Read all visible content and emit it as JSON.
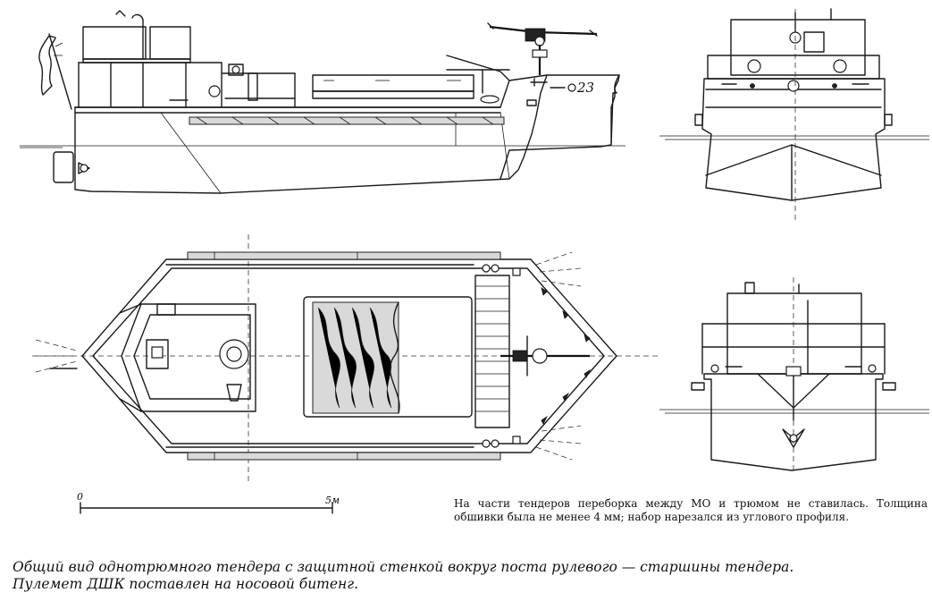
{
  "figure": {
    "hull_number": "23",
    "scale": {
      "zero_label": "0",
      "five_label": "5м"
    },
    "note": "На части тендеров переборка между МО и трюмом не ставилась. Толщина обшивки была не менее 4 мм; набор нарезался из углового профиля.",
    "caption_line1": "Общий вид однотрюмного тендера с защитной стенкой вокруг поста рулевого — старшины тендера.",
    "caption_line2": "Пулемет ДШК поставлен на носовой битенг."
  },
  "views": [
    "side-view",
    "bow-view",
    "plan-view",
    "stern-view"
  ]
}
